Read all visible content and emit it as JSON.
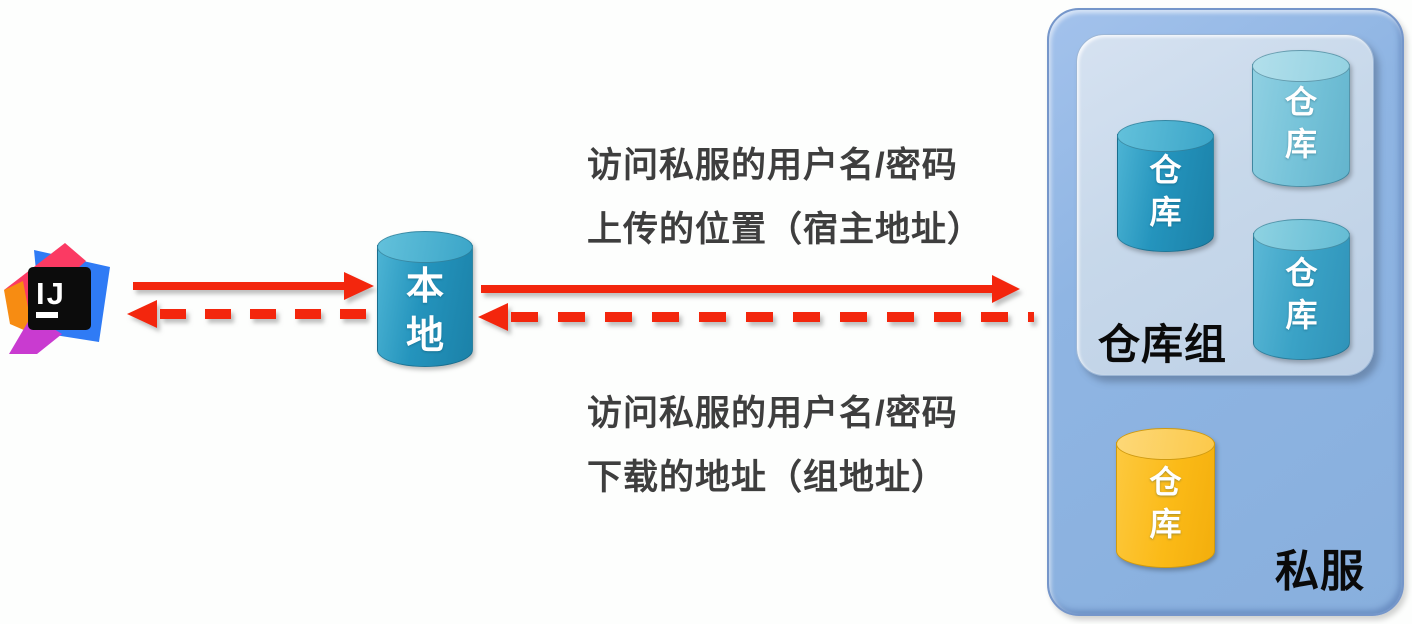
{
  "diagram": {
    "client_logo": {
      "name": "intellij-idea-logo",
      "monogram": "IJ"
    },
    "local": {
      "label": "本地"
    },
    "upload_note": {
      "line1": "访问私服的用户名/密码",
      "line2": "上传的位置（宿主地址）"
    },
    "download_note": {
      "line1": "访问私服的用户名/密码",
      "line2": "下载的地址（组地址）"
    },
    "server": {
      "label": "私服",
      "group": {
        "label": "仓库组",
        "repos": [
          "仓库",
          "仓库",
          "仓库"
        ]
      },
      "hosted": {
        "label": "仓库"
      }
    },
    "flows": {
      "upload": "solid-red-arrow-right",
      "download": "dashed-red-arrow-left"
    }
  },
  "colors": {
    "arrow_red": "#f3250e",
    "server_box_blue": "#8fb5e3",
    "group_box_blue": "#c7d8ea",
    "repo_teal": "#2494bd",
    "repo_light_blue": "#76c3d9",
    "repo_medium_blue": "#3aa2c6",
    "repo_yellow": "#fbba17",
    "local_teal": "#2494bd",
    "note_text": "#3e3e3e",
    "label_text": "#0a0a0a"
  }
}
